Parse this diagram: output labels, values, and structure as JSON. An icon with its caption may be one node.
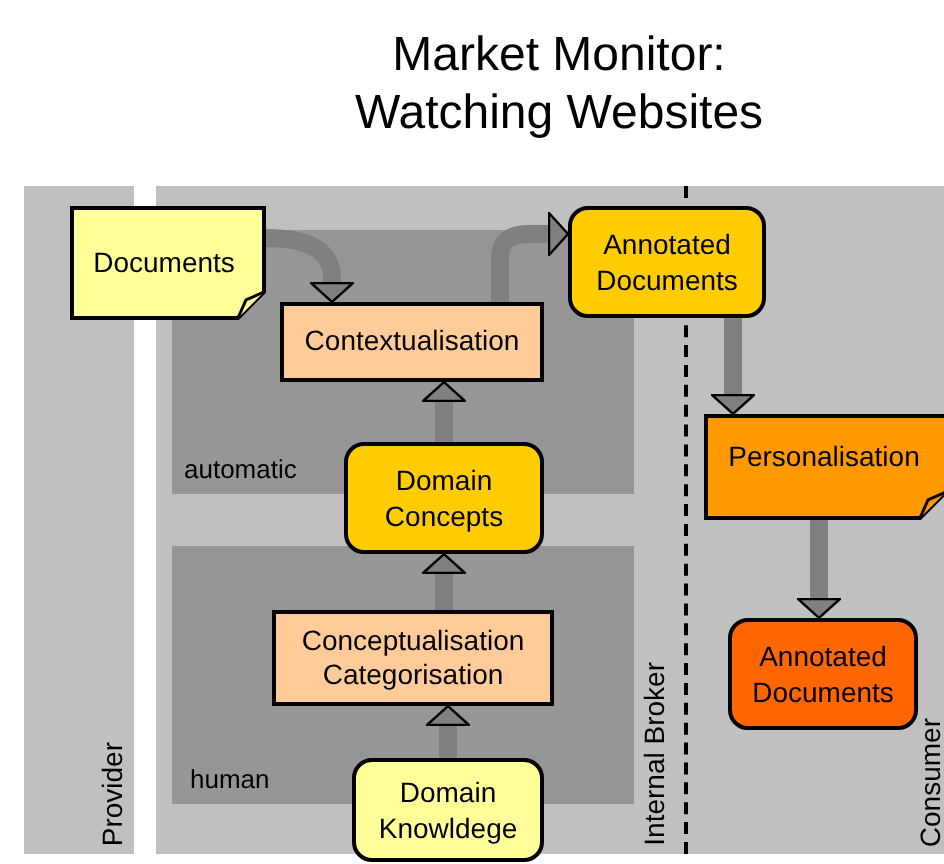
{
  "diagram": {
    "title": "Market Monitor: Watching Websites",
    "nodes": [
      {
        "text": [
          "Provider"
        ]
      },
      {
        "text": [
          "Internal Broker"
        ]
      },
      {
        "text": [
          "Consumer"
        ]
      },
      {
        "text": [
          "automatic"
        ],
        "in": 1
      },
      {
        "text": [
          "human"
        ],
        "in": 1
      },
      {
        "text": [
          "Documents"
        ]
      },
      {
        "text": [
          "Annotated Documents"
        ]
      },
      {
        "text": [
          "Contextualisation"
        ],
        "in": 3
      },
      {
        "text": [
          "Personalisation"
        ],
        "in": 2
      },
      {
        "text": [
          "Domain Concepts"
        ],
        "in": 1
      },
      {
        "text": [
          "Conceptualisation Categorisation"
        ],
        "in": 4
      },
      {
        "text": [
          "Annotated Documents"
        ],
        "in": 2
      },
      {
        "text": [
          "Domain Knowldege"
        ],
        "in": 1
      }
    ],
    "edges": [
      {
        "from": 5,
        "to": 7,
        "arrow": "to"
      },
      {
        "from": 7,
        "to": 6,
        "arrow": "to"
      },
      {
        "from": 9,
        "to": 7,
        "arrow": "to"
      },
      {
        "from": 10,
        "to": 9,
        "arrow": "to"
      },
      {
        "from": 12,
        "to": 10,
        "arrow": "to"
      },
      {
        "from": 6,
        "to": 8,
        "arrow": "to"
      },
      {
        "from": 8,
        "to": 11,
        "arrow": "to"
      }
    ]
  }
}
